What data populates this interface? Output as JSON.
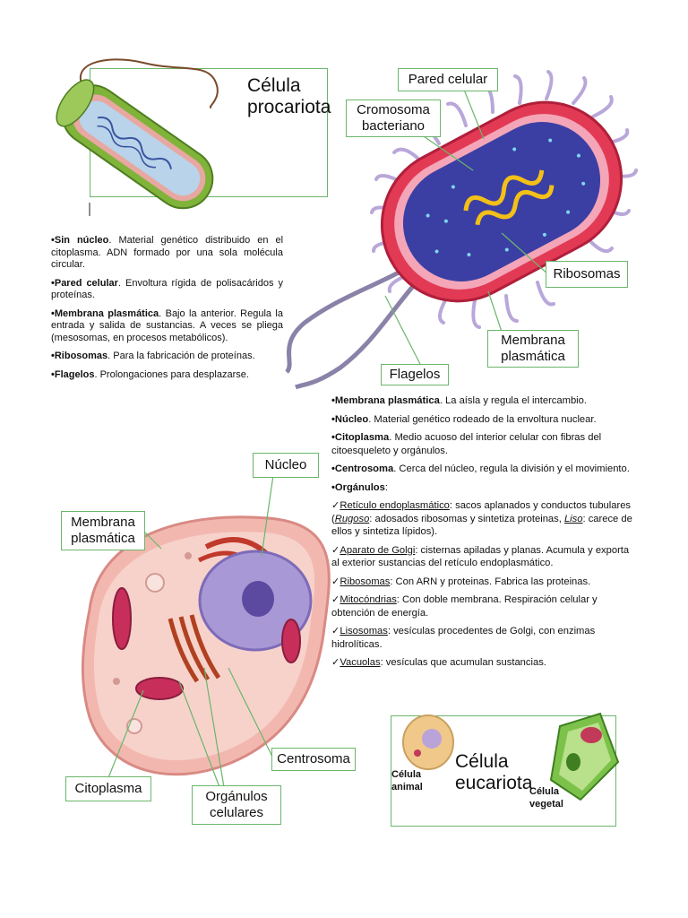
{
  "prokaryote": {
    "title": "Célula procariota",
    "labels": {
      "wall": "Pared celular",
      "chromosome": "Cromosoma bacteriano",
      "ribosomes": "Ribosomas",
      "membrane": "Membrana plasmática",
      "flagella": "Flagelos"
    },
    "items": [
      {
        "term": "•Sin núcleo",
        "text": ". Material genético distribuido en el citoplasma. ADN formado por una sola molécula circular."
      },
      {
        "term": "•Pared celular",
        "text": ". Envoltura rígida de polisacáridos y proteínas."
      },
      {
        "term": "•Membrana plasmática",
        "text": ". Bajo la anterior. Regula la entrada y salida de sustancias. A veces se pliega (mesosomas, en procesos metabólicos)."
      },
      {
        "term": "•Ribosomas",
        "text": ". Para la fabricación de proteínas."
      },
      {
        "term": "•Flagelos",
        "text": ". Prolongaciones para desplazarse."
      }
    ]
  },
  "eukaryote": {
    "labels": {
      "nucleus": "Núcleo",
      "membrane": "Membrana plasmática",
      "centrosome": "Centrosoma",
      "cytoplasm": "Citoplasma",
      "organelles": "Orgánulos celulares"
    },
    "items": [
      {
        "term": "•Membrana plasmática",
        "text": ". La aísla y regula el intercambio."
      },
      {
        "term": "•Núcleo",
        "text": ". Material genético rodeado de la envoltura nuclear."
      },
      {
        "term": "•Citoplasma",
        "text": ". Medio acuoso del interior celular con fibras del citoesqueleto y orgánulos."
      },
      {
        "term": "•Centrosoma",
        "text": ". Cerca del núcleo, regula la división y el movimiento."
      },
      {
        "term": "•Orgánulos",
        "text": ":"
      }
    ],
    "organelles": {
      "re": {
        "name": "Retículo endoplasmático",
        "t1": ": sacos aplanados y conductos tubulares (",
        "rugoso": "Rugoso",
        "t2": ": adosados ribosomas y sintetiza proteinas, ",
        "liso": "Liso",
        "t3": ": carece de ellos y sintetiza lípidos)."
      },
      "golgi": {
        "name": "Aparato de Golgi",
        "text": ": cisternas apiladas y planas. Acumula y exporta al exterior sustancias del retículo endoplasmático."
      },
      "ribo": {
        "name": "Ribosomas",
        "text": ": Con ARN y proteinas. Fabrica las proteinas."
      },
      "mito": {
        "name": "Mitocóndrias",
        "text": ": Con doble membrana. Respiración celular y obtención de energía."
      },
      "liso": {
        "name": "Lisosomas",
        "text": ": vesículas procedentes de Golgi, con enzimas hidrolíticas."
      },
      "vac": {
        "name": "Vacuolas",
        "text": ": vesículas que acumulan sustancias."
      }
    },
    "check": "✓",
    "box_title": "Célula eucariota",
    "animal_label": "Célula animal",
    "plant_label": "Célula vegetal"
  }
}
